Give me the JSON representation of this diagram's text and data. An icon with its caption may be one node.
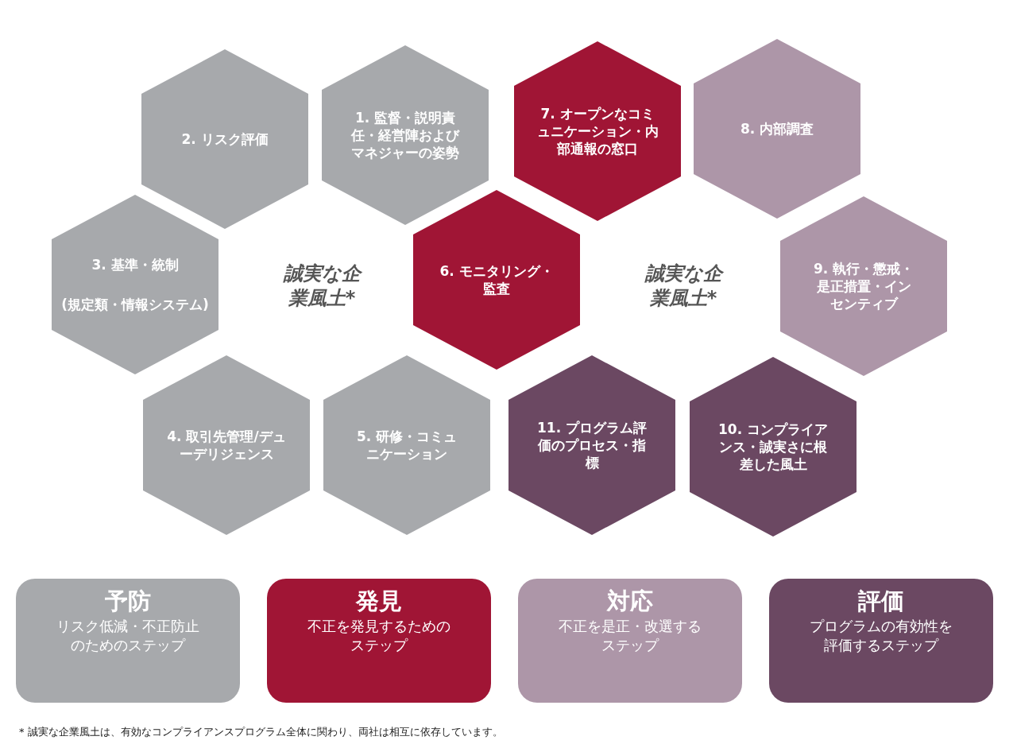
{
  "diagram": {
    "nodes": [
      {
        "text": [
          "2. リスク評価"
        ]
      },
      {
        "text": [
          "1. 監督・説明責任・経営陣およびマネジャーの姿勢"
        ]
      },
      {
        "text": [
          "7. オープンなコミュニケーション・内部通報の窓口"
        ]
      },
      {
        "text": [
          "8. 内部調査"
        ]
      },
      {
        "text": [
          "3. 基準・統制",
          "(規定類・情報システム)"
        ]
      },
      {
        "text": [
          "6. モニタリング・監査"
        ]
      },
      {
        "text": [
          "9. 執行・懲戒・是正措置・インセンティブ"
        ]
      },
      {
        "text": [
          "4. 取引先管理/デューデリジェンス"
        ]
      },
      {
        "text": [
          "5. 研修・コミュニケーション"
        ]
      },
      {
        "text": [
          "11. プログラム評価のプロセス・指標"
        ]
      },
      {
        "text": [
          "10. コンプライアンス・誠実さに根差した風土"
        ]
      },
      {
        "text": [
          "予防",
          "リスク低減・不正防止のためのステップ"
        ]
      },
      {
        "text": [
          "発見",
          "不正を発見するためのステップ"
        ]
      },
      {
        "text": [
          "対応",
          "不正を是正・改選するステップ"
        ]
      },
      {
        "text": [
          "評価",
          "プログラムの有効性を評価するステップ"
        ]
      }
    ],
    "labels": [
      "誠実な企業風土*",
      "誠実な企業風土*",
      "* 誠実な企業風土は、有効なコンプライアンスプログラム全体に関わり、両社は相互に依存しています。"
    ]
  }
}
